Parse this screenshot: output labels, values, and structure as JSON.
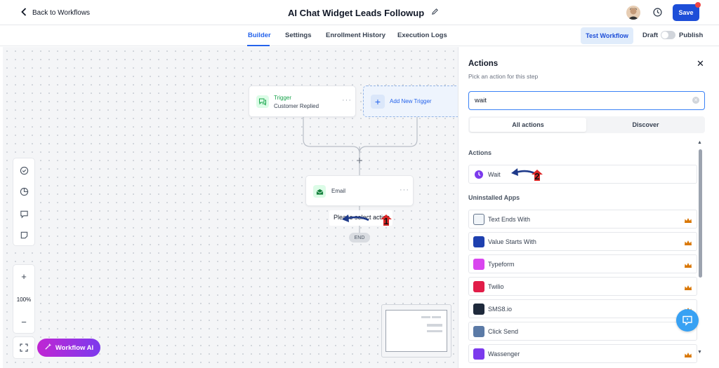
{
  "header": {
    "back_label": "Back to Workflows",
    "title": "AI Chat Widget Leads Followup",
    "save_label": "Save"
  },
  "tabs": [
    {
      "label": "Builder",
      "active": true
    },
    {
      "label": "Settings",
      "active": false
    },
    {
      "label": "Enrollment History",
      "active": false
    },
    {
      "label": "Execution Logs",
      "active": false
    }
  ],
  "subbar": {
    "test_label": "Test Workflow",
    "draft_label": "Draft",
    "publish_label": "Publish",
    "published": false
  },
  "canvas": {
    "trigger": {
      "title": "Trigger",
      "subtitle": "Customer Replied"
    },
    "add_trigger_label": "Add New Trigger",
    "email_node": {
      "label": "Email"
    },
    "tooltip": "Please select action",
    "end_label": "END",
    "zoom_label": "100%",
    "workflow_ai_label": "Workflow AI"
  },
  "panel": {
    "title": "Actions",
    "subtitle": "Pick an action for this step",
    "search_value": "wait",
    "segments": [
      {
        "label": "All actions",
        "active": true
      },
      {
        "label": "Discover",
        "active": false
      }
    ],
    "actions_heading": "Actions",
    "actions": [
      {
        "label": "Wait",
        "icon": "clock-icon",
        "color": "#7c3aed"
      }
    ],
    "uninstalled_heading": "Uninstalled Apps",
    "apps": [
      {
        "label": "Text Ends With",
        "icon": "text-doc-icon",
        "color": "#64748b",
        "premium": true
      },
      {
        "label": "Value Starts With",
        "icon": "value-icon",
        "color": "#1e40af",
        "premium": true
      },
      {
        "label": "Typeform",
        "icon": "typeform-icon",
        "color": "#c026d3",
        "premium": true
      },
      {
        "label": "Twilio",
        "icon": "twilio-icon",
        "color": "#e11d48",
        "premium": true
      },
      {
        "label": "SMS8.io",
        "icon": "sms8-icon",
        "color": "#1e293b",
        "premium": true
      },
      {
        "label": "Click Send",
        "icon": "clicksend-icon",
        "color": "#475569",
        "premium": false
      },
      {
        "label": "Wassenger",
        "icon": "wassenger-icon",
        "color": "#7c3aed",
        "premium": true
      }
    ]
  },
  "annotations": {
    "first": "1",
    "second": "2"
  },
  "colors": {
    "primary": "#1d4ed8",
    "accent": "#2563eb",
    "ai_gradient_start": "#c026d3",
    "ai_gradient_end": "#7c3aed",
    "crown": "#d97706",
    "annotation_red": "#dc2626"
  }
}
